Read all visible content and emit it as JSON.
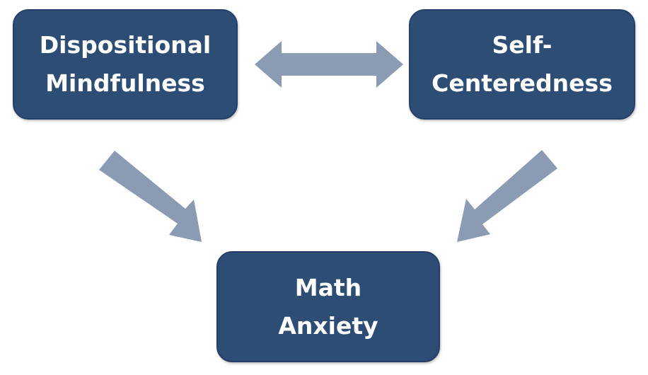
{
  "nodes": {
    "mindfulness": {
      "line1": "Dispositional",
      "line2": "Mindfulness"
    },
    "self_centeredness": {
      "line1": "Self-",
      "line2": "Centeredness"
    },
    "math_anxiety": {
      "line1": "Math",
      "line2": "Anxiety"
    }
  },
  "colors": {
    "node_fill": "#2e4d75",
    "node_text": "#ffffff",
    "arrow_fill": "#8a9bb3"
  }
}
